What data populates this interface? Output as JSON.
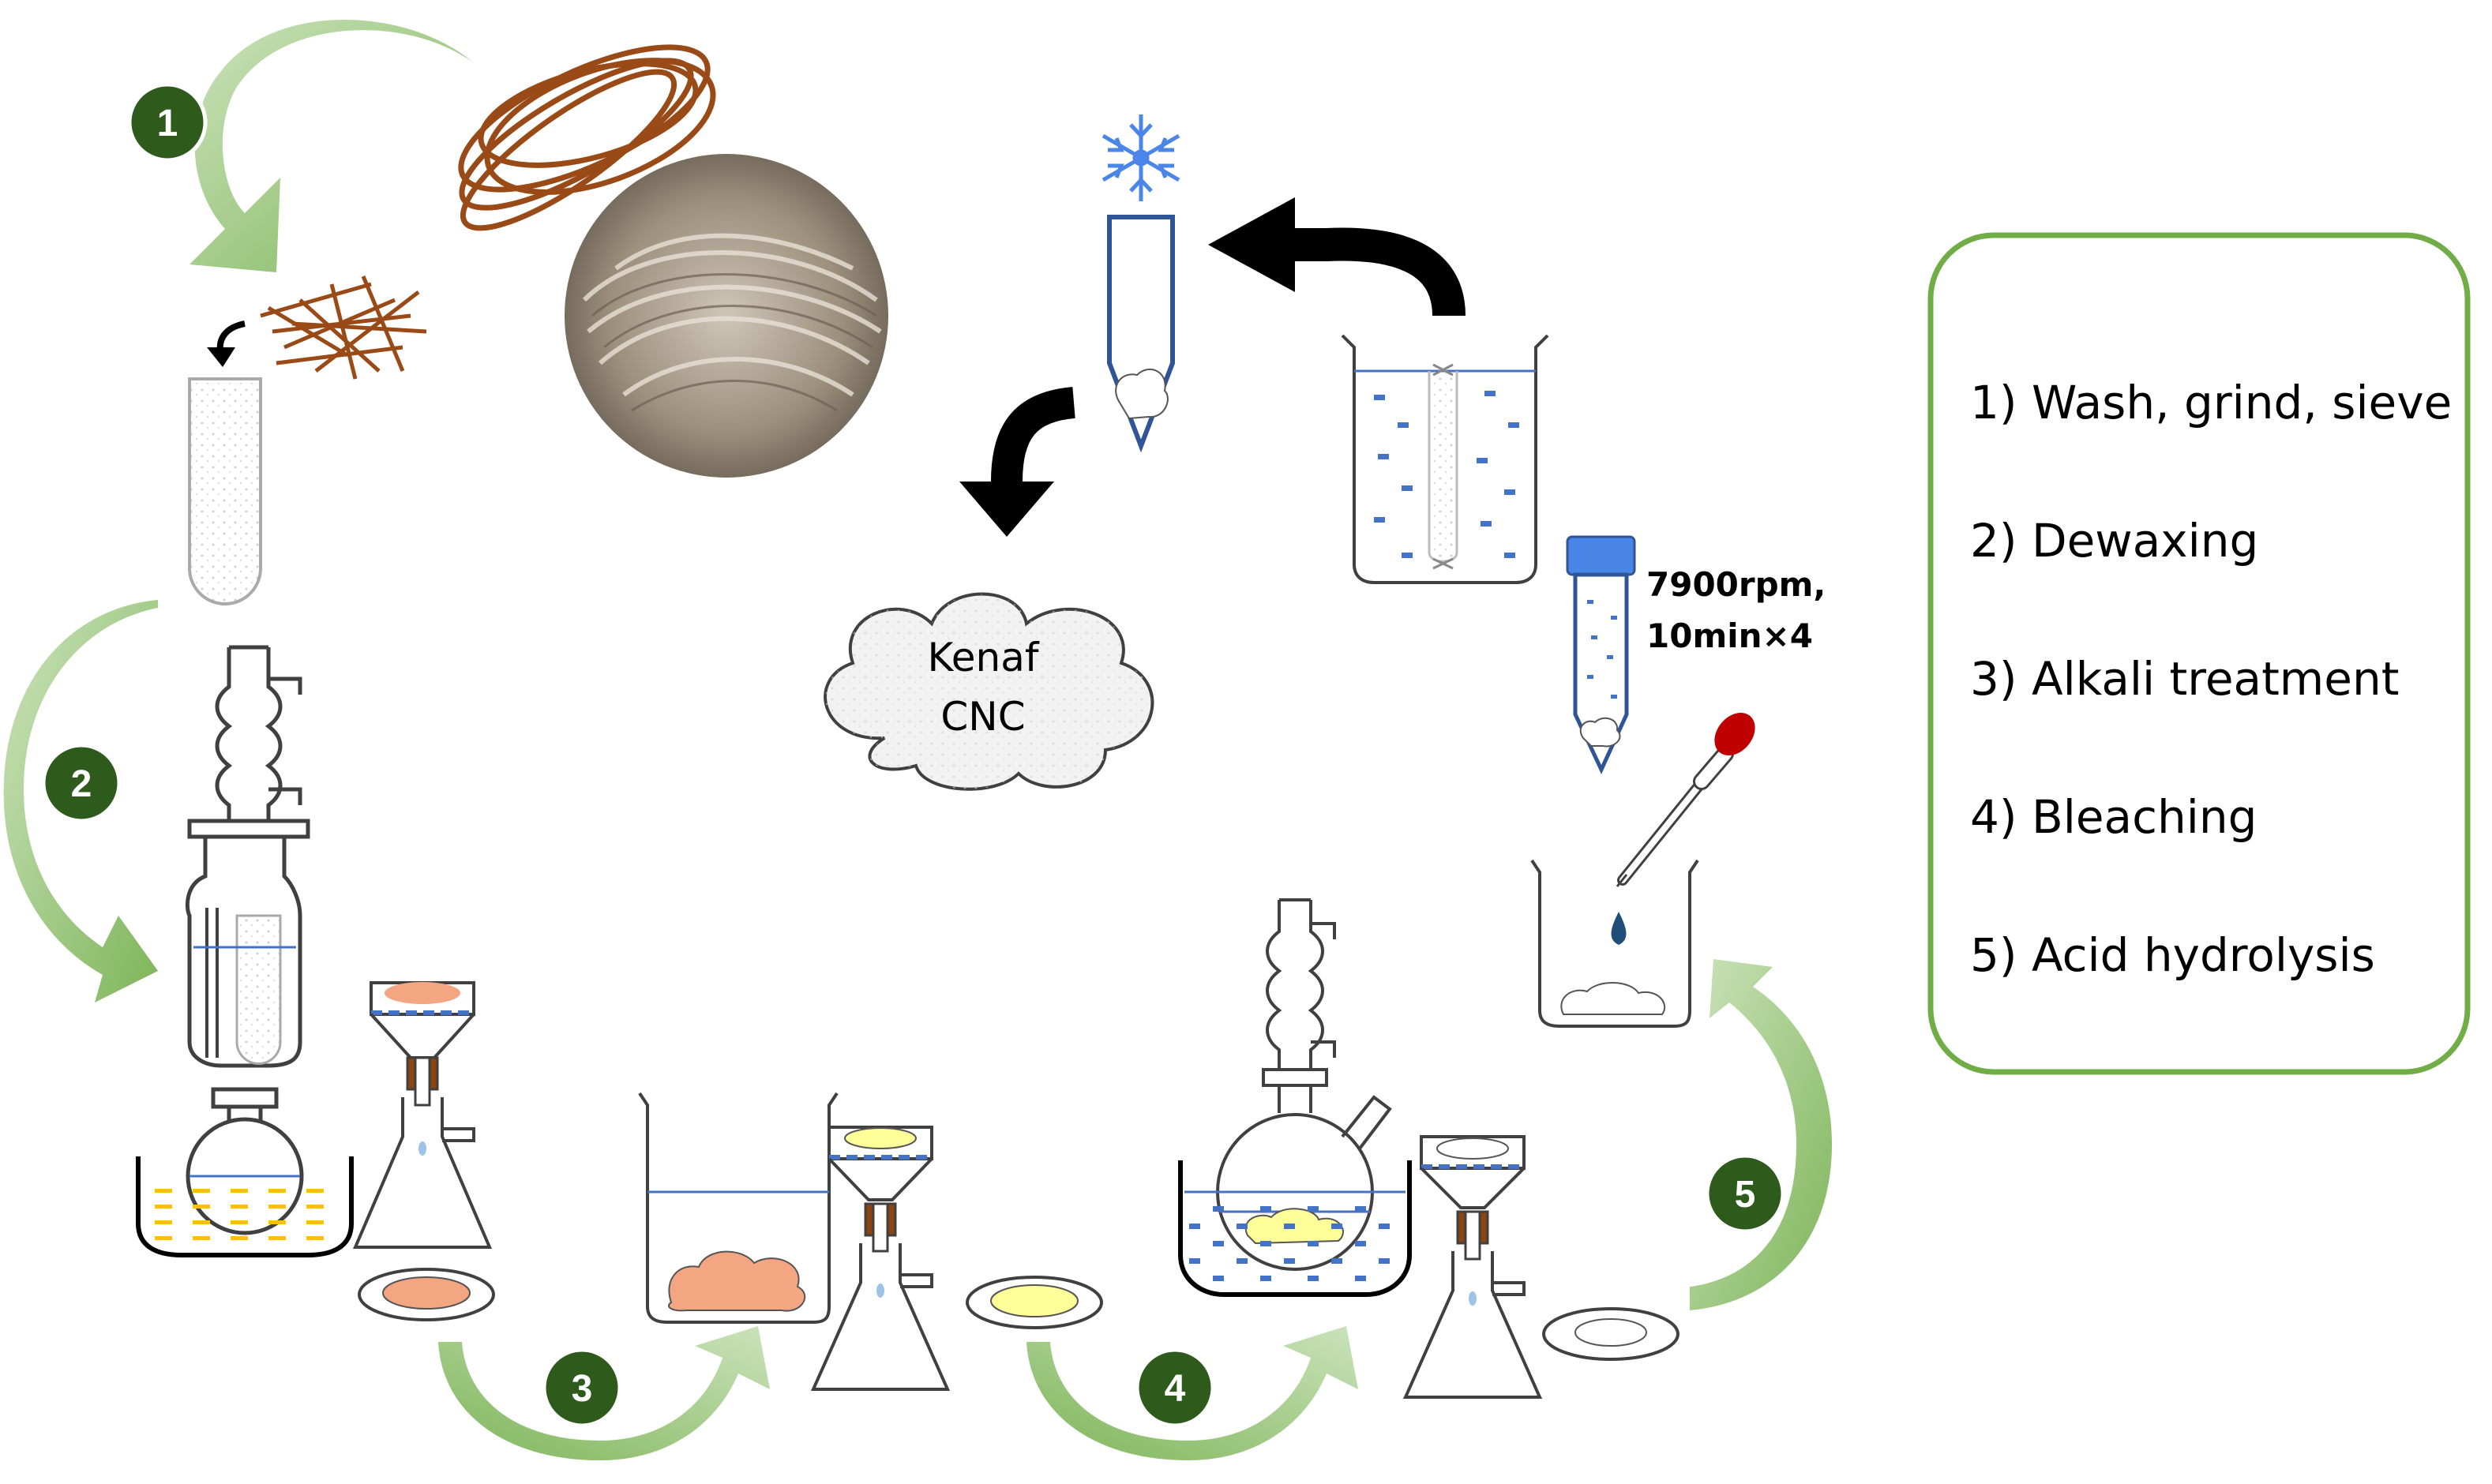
{
  "legend": {
    "items": [
      "1) Wash, grind, sieve",
      "2) Dewaxing",
      "3) Alkali treatment",
      "4) Bleaching",
      "5) Acid hydrolysis"
    ]
  },
  "steps": [
    "1",
    "2",
    "3",
    "4",
    "5"
  ],
  "centrifuge": {
    "line1": "7900rpm,",
    "line2": "10min×4"
  },
  "product": {
    "line1": "Kenaf",
    "line2": "CNC"
  },
  "colors": {
    "arrow_green_light": "#a8d08d",
    "arrow_green_dark": "#70ad47",
    "step_badge": "#2e5a1c",
    "legend_border": "#70ad47",
    "fiber_brown": "#9a4a17",
    "glass_outline": "#404040",
    "water_blue": "#4472c4",
    "alkali_pulp": "#f4a582",
    "bleach_pulp": "#ffff99",
    "oil_bath": "#ffc000",
    "tube_blue": "#2f5597",
    "cap_blue": "#4a86e8",
    "dropper_red": "#c00000",
    "drop_blue": "#1f4e79",
    "cloud_fill": "#f2f2f2"
  },
  "icons": [
    "snowflake-icon",
    "black-curved-arrow-icon",
    "green-curved-arrow-icon",
    "droplet-icon"
  ]
}
